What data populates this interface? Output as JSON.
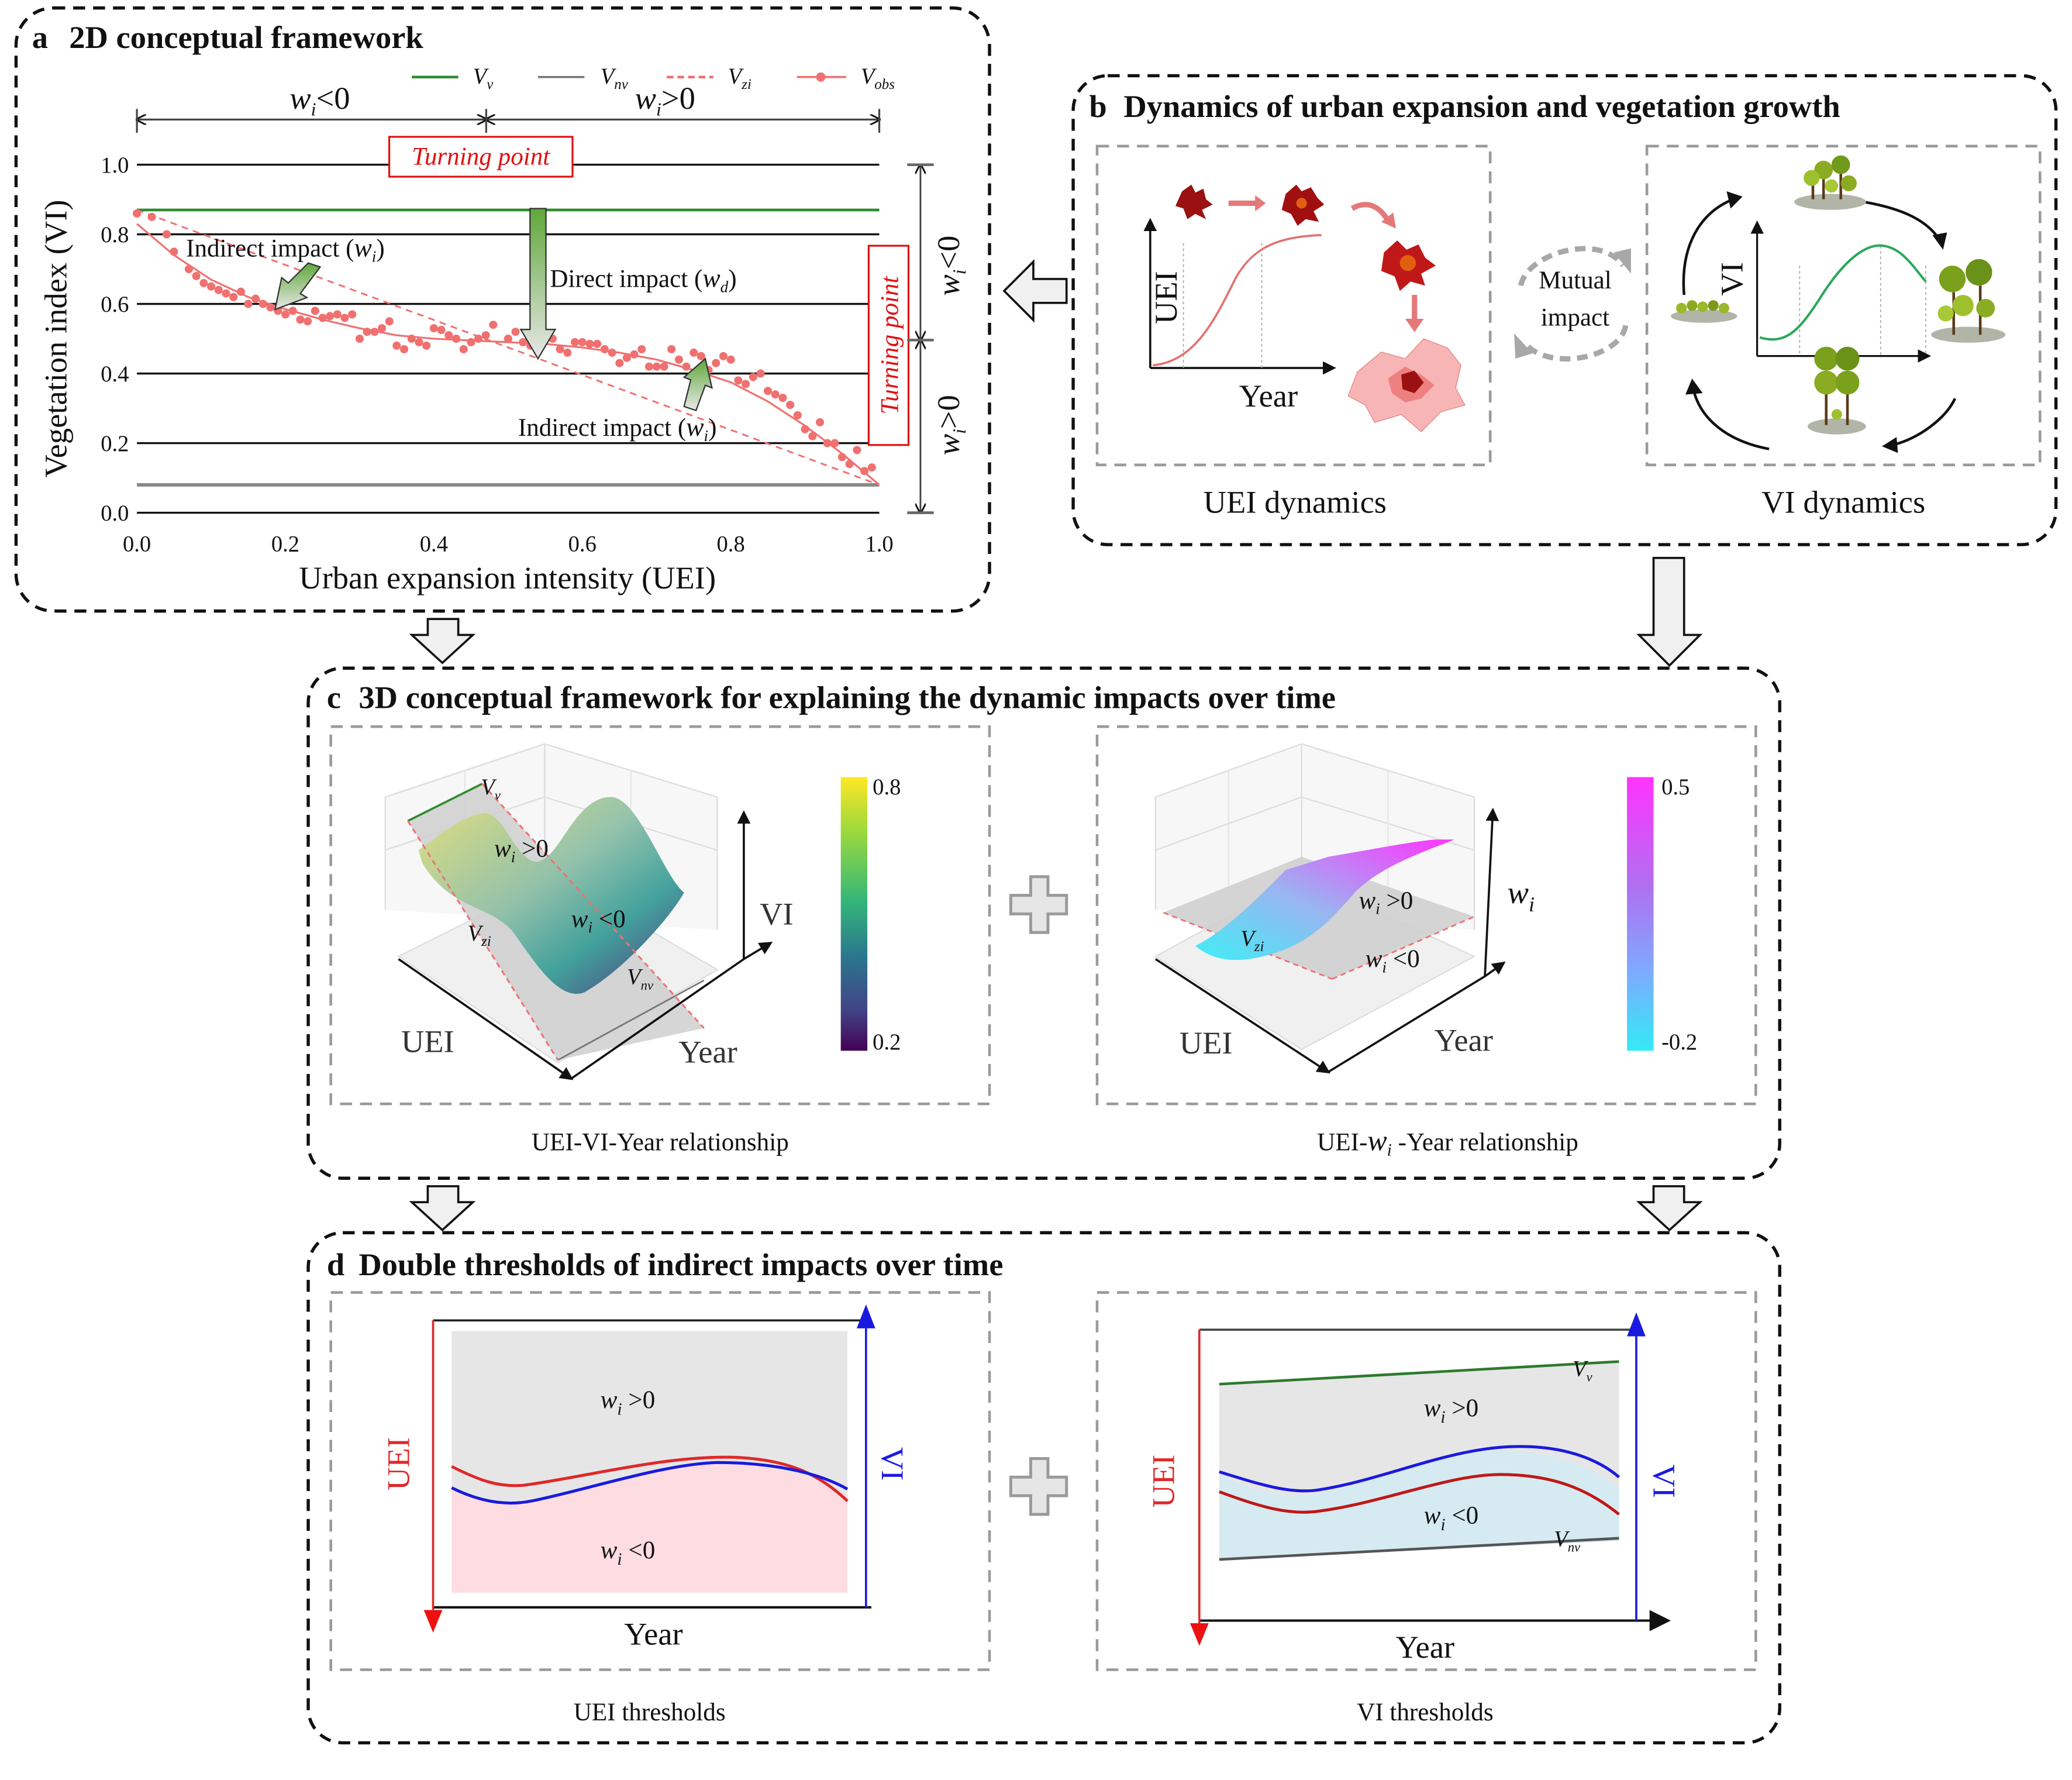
{
  "panel_a": {
    "letter": "a",
    "title": "2D conceptual framework",
    "legend": [
      {
        "key": "Vv",
        "base": "V",
        "sub": "v",
        "style": "solid",
        "color": "#2e8b2e"
      },
      {
        "key": "Vnv",
        "base": "V",
        "sub": "nv",
        "style": "solid",
        "color": "#777777"
      },
      {
        "key": "Vzi",
        "base": "V",
        "sub": "zi",
        "style": "dashed",
        "color": "#f07070"
      },
      {
        "key": "Vobs",
        "base": "V",
        "sub": "obs",
        "style": "line-marker",
        "color": "#f07070"
      }
    ],
    "top_range_left": {
      "base": "w",
      "sub": "i",
      "rel": "<0"
    },
    "top_range_right": {
      "base": "w",
      "sub": "i",
      "rel": ">0"
    },
    "turning_point_label": "Turning point",
    "side_range_top": {
      "base": "w",
      "sub": "i",
      "rel": "<0"
    },
    "side_range_bottom": {
      "base": "w",
      "sub": "i",
      "rel": ">0"
    },
    "annotations": {
      "indirect_upper": {
        "text": "Indirect impact (",
        "base": "w",
        "sub": "i",
        "close": ")"
      },
      "direct": {
        "text": "Direct impact (",
        "base": "w",
        "sub": "d",
        "close": ")"
      },
      "indirect_lower": {
        "text": "Indirect impact (",
        "base": "w",
        "sub": "i",
        "close": ")"
      }
    }
  },
  "chart_data": {
    "type": "scatter",
    "title": "2D conceptual framework",
    "xlabel": "Urban expansion intensity (UEI)",
    "ylabel": "Vegetation index (VI)",
    "xlim": [
      0,
      1
    ],
    "ylim": [
      0,
      1
    ],
    "x_ticks": [
      "0.0",
      "0.2",
      "0.4",
      "0.6",
      "0.8",
      "1.0"
    ],
    "y_ticks": [
      "0.0",
      "0.2",
      "0.4",
      "0.6",
      "0.8",
      "1.0"
    ],
    "grid": "horizontal",
    "legend_position": "top-right",
    "turning_point_uei": 0.47,
    "turning_point_vi": 0.49,
    "series": [
      {
        "name": "Vv",
        "kind": "hline",
        "y": 0.87
      },
      {
        "name": "Vnv",
        "kind": "hline",
        "y": 0.08
      },
      {
        "name": "Vzi",
        "kind": "line",
        "x": [
          0.0,
          1.0
        ],
        "y": [
          0.87,
          0.08
        ]
      },
      {
        "name": "Vobs fit",
        "kind": "curve",
        "x": [
          0.0,
          0.05,
          0.1,
          0.15,
          0.2,
          0.25,
          0.3,
          0.35,
          0.4,
          0.45,
          0.5,
          0.55,
          0.6,
          0.65,
          0.7,
          0.75,
          0.8,
          0.85,
          0.9,
          0.95,
          1.0
        ],
        "y": [
          0.83,
          0.74,
          0.67,
          0.62,
          0.585,
          0.555,
          0.53,
          0.51,
          0.5,
          0.495,
          0.49,
          0.485,
          0.475,
          0.46,
          0.44,
          0.41,
          0.375,
          0.32,
          0.25,
          0.17,
          0.08
        ]
      },
      {
        "name": "Vobs",
        "kind": "points",
        "x": [
          0.0,
          0.02,
          0.04,
          0.05,
          0.07,
          0.08,
          0.09,
          0.1,
          0.11,
          0.12,
          0.13,
          0.14,
          0.15,
          0.16,
          0.17,
          0.18,
          0.19,
          0.2,
          0.21,
          0.22,
          0.23,
          0.24,
          0.25,
          0.26,
          0.27,
          0.28,
          0.29,
          0.3,
          0.31,
          0.32,
          0.33,
          0.34,
          0.35,
          0.36,
          0.37,
          0.38,
          0.39,
          0.4,
          0.41,
          0.42,
          0.43,
          0.44,
          0.45,
          0.46,
          0.47,
          0.48,
          0.5,
          0.51,
          0.52,
          0.53,
          0.55,
          0.56,
          0.57,
          0.58,
          0.59,
          0.6,
          0.61,
          0.62,
          0.63,
          0.64,
          0.65,
          0.66,
          0.67,
          0.68,
          0.69,
          0.7,
          0.71,
          0.72,
          0.73,
          0.74,
          0.75,
          0.76,
          0.77,
          0.78,
          0.79,
          0.8,
          0.81,
          0.82,
          0.83,
          0.84,
          0.85,
          0.86,
          0.87,
          0.88,
          0.89,
          0.9,
          0.91,
          0.92,
          0.93,
          0.94,
          0.95,
          0.96,
          0.97,
          0.98,
          0.99
        ],
        "y": [
          0.86,
          0.85,
          0.8,
          0.75,
          0.7,
          0.68,
          0.66,
          0.65,
          0.64,
          0.63,
          0.62,
          0.635,
          0.6,
          0.615,
          0.6,
          0.59,
          0.58,
          0.57,
          0.58,
          0.555,
          0.55,
          0.58,
          0.56,
          0.565,
          0.57,
          0.56,
          0.57,
          0.5,
          0.52,
          0.52,
          0.53,
          0.55,
          0.48,
          0.47,
          0.5,
          0.49,
          0.48,
          0.53,
          0.525,
          0.51,
          0.5,
          0.47,
          0.49,
          0.5,
          0.51,
          0.54,
          0.5,
          0.52,
          0.49,
          0.48,
          0.5,
          0.5,
          0.47,
          0.46,
          0.49,
          0.49,
          0.485,
          0.485,
          0.47,
          0.46,
          0.43,
          0.445,
          0.455,
          0.47,
          0.42,
          0.42,
          0.42,
          0.47,
          0.44,
          0.42,
          0.46,
          0.45,
          0.41,
          0.43,
          0.45,
          0.44,
          0.38,
          0.37,
          0.39,
          0.4,
          0.35,
          0.34,
          0.33,
          0.31,
          0.28,
          0.24,
          0.22,
          0.26,
          0.2,
          0.2,
          0.16,
          0.14,
          0.18,
          0.12,
          0.13
        ]
      }
    ]
  },
  "panel_b": {
    "letter": "b",
    "title": "Dynamics of urban expansion and vegetation growth",
    "uei_chart": {
      "ylabel": "UEI",
      "xlabel": "Year",
      "caption": "UEI dynamics",
      "curve": "sigmoid"
    },
    "mutual": [
      "Mutual",
      "impact"
    ],
    "vi_chart": {
      "ylabel": "VI",
      "caption": "VI dynamics",
      "curve": "rise-then-fall"
    }
  },
  "panel_c": {
    "letter": "c",
    "title": "3D conceptual framework for explaining the dynamic impacts over time",
    "left": {
      "caption": "UEI-VI-Year relationship",
      "axis_uei": "UEI",
      "axis_year": "Year",
      "axis_vi": "VI",
      "surface_labels": {
        "vv": {
          "base": "V",
          "sub": "v"
        },
        "vzi": {
          "base": "V",
          "sub": "zi"
        },
        "vnv": {
          "base": "V",
          "sub": "nv"
        },
        "pos": {
          "base": "w",
          "sub": "i",
          "rel": " >0"
        },
        "neg": {
          "base": "w",
          "sub": "i",
          "rel": " <0"
        }
      },
      "colorbar": {
        "max": "0.8",
        "min": "0.2",
        "colormap": "viridis",
        "stops": [
          "#fde725",
          "#7ad151",
          "#22a884",
          "#2a788e",
          "#414487",
          "#440154"
        ]
      }
    },
    "right": {
      "caption_pre": "UEI-",
      "caption_base": "w",
      "caption_sub": "i",
      "caption_post": " -Year relationship",
      "axis_uei": "UEI",
      "axis_year": "Year",
      "axis_w": {
        "base": "w",
        "sub": "i"
      },
      "surface_labels": {
        "vzi": {
          "base": "V",
          "sub": "zi"
        },
        "pos": {
          "base": "w",
          "sub": "i",
          "rel": " >0"
        },
        "neg": {
          "base": "w",
          "sub": "i",
          "rel": " <0"
        }
      },
      "colorbar": {
        "max": "0.5",
        "min": "-0.2",
        "colormap": "cool",
        "stops": [
          "#ff33ff",
          "#b070f0",
          "#80a8ff",
          "#33eaf5"
        ]
      }
    }
  },
  "panel_d": {
    "letter": "d",
    "title": "Double thresholds of  indirect impacts over time",
    "left": {
      "caption": "UEI thresholds",
      "axis_left": "UEI",
      "axis_right": "VI",
      "axis_bottom": "Year",
      "pos": {
        "base": "w",
        "sub": "i",
        "rel": " >0"
      },
      "neg": {
        "base": "w",
        "sub": "i",
        "rel": " <0"
      }
    },
    "right": {
      "caption": "VI thresholds",
      "axis_left": "UEI",
      "axis_right": "VI",
      "axis_bottom": "Year",
      "pos": {
        "base": "w",
        "sub": "i",
        "rel": " >0"
      },
      "neg": {
        "base": "w",
        "sub": "i",
        "rel": " <0"
      },
      "vv": {
        "base": "V",
        "sub": "v"
      },
      "vnv": {
        "base": "V",
        "sub": "nv"
      }
    }
  },
  "colors": {
    "red": "#e0282a",
    "blue": "#1a1adf",
    "green": "#2e8b2e",
    "obs": "#f07070",
    "gray_fill": "#e6e6e6",
    "pink_fill": "#fddde2",
    "lightblue_fill": "#d6eaf1"
  }
}
